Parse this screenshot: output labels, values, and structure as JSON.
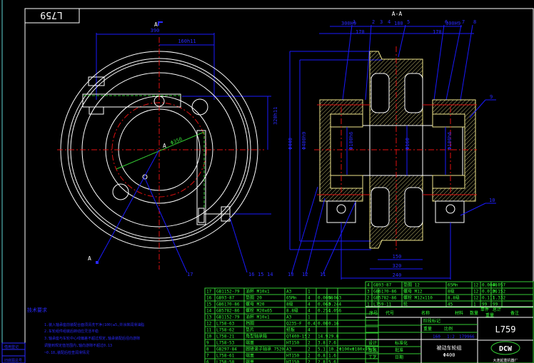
{
  "drawing": {
    "code_box": "L759",
    "section_label": "A-A",
    "section_marker": "A",
    "colors": {
      "background": "#000000",
      "frame": "#ffffff",
      "dimension": "#1a1aff",
      "centerline": "#e01010",
      "hatch": "#f0e68c",
      "table": "#33cc33"
    }
  },
  "front_view": {
    "dims": {
      "top_width": "390",
      "half_width": "160h11",
      "right_height": "320h11",
      "diameter": "Φ350"
    },
    "balloons": [
      "17",
      "16",
      "15",
      "14"
    ]
  },
  "section_view": {
    "top_dims": [
      "300H9",
      "180",
      "300H9",
      "170",
      "170"
    ],
    "left_dims": [
      "Φ440",
      "Φ400h9"
    ],
    "inner_dims": [
      "Φ100h6",
      "Φ160",
      "Φ100h6"
    ],
    "bottom_dims": [
      "150",
      "320",
      "240"
    ],
    "balloons_top": [
      "1",
      "2",
      "3",
      "4",
      "5",
      "6",
      "7",
      "8"
    ],
    "balloons_right": [
      "9",
      "10"
    ],
    "balloons_bottom": [
      "13",
      "12",
      "11"
    ]
  },
  "tech_requirements": {
    "title": "技术要求",
    "lines": [
      "1.装入轴承座前装配合面须清洗干净(100)±5,并涂抹润滑油脂",
      "2.车轮组件组装后转动应灵活平稳",
      "3.轴承座与车轮中心线偏差不超过规定,轴承装配后径向游隙",
      "  调整到规定值范围内,轴向游隙不超过0.13",
      "  ~0.18,装配后检查润滑情况"
    ]
  },
  "side_labels": [
    "借用登记",
    "旧底图总号"
  ],
  "bom_left": [
    [
      "17",
      "GB1152-79",
      "油杯 M10x1",
      "A3",
      "1",
      "",
      "",
      ""
    ],
    [
      "16",
      "GB93-87",
      "垫圈 20",
      "65Mn",
      "4",
      "0.0058",
      "0.063",
      ""
    ],
    [
      "15",
      "GB6170-86",
      "螺母 M20",
      "8级",
      "4",
      "0.063",
      "0.244",
      ""
    ],
    [
      "14",
      "GB5782-86",
      "螺栓 M20x65",
      "8.8级",
      "4",
      "0.254",
      "1.056",
      ""
    ],
    [
      "13",
      "GB1152-79",
      "油杯 M10x1",
      "A3",
      "1",
      "",
      "",
      ""
    ],
    [
      "12",
      "L758-63",
      "挡圈",
      "Q235-F",
      "0.4",
      "0.08",
      "0.16",
      ""
    ],
    [
      "11",
      "L758-62",
      "垫片",
      "纸板",
      "4",
      "",
      "",
      ""
    ],
    [
      "10",
      "L758-21",
      "角型轴承箱",
      "QT400-15",
      "2",
      "14.9",
      "29.8",
      ""
    ],
    [
      "9",
      "L758-53",
      "端盖",
      "HT150",
      "2",
      "3.8",
      "7.6",
      ""
    ],
    [
      "8",
      "GB297-84",
      "圆锥滚子轴承 7520",
      "A3",
      "2",
      "5.1",
      "10.2",
      "Φ100xΦ180x49.5"
    ],
    [
      "7",
      "L758-61",
      "端盖",
      "HT150",
      "2",
      "0.8",
      "1.6",
      ""
    ],
    [
      "6",
      "L758-58",
      "端盖",
      "HT150",
      "2",
      "2.8",
      "5.6",
      ""
    ]
  ],
  "bom_right": [
    [
      "4",
      "GB93-87",
      "垫圈 12",
      "65Mn",
      "12",
      "0.0048",
      "0.057",
      ""
    ],
    [
      "3",
      "GB6170-86",
      "螺母 M12",
      "8级",
      "12",
      "0.0126",
      "0.152",
      ""
    ],
    [
      "2",
      "GB5782-86",
      "螺栓 M12x110",
      "8.8级",
      "12",
      "0.111",
      "1.332",
      ""
    ],
    [
      "1",
      "L759-11",
      "轮",
      "45",
      "1",
      "99",
      "99",
      ""
    ]
  ],
  "bom_header": {
    "seq": "序号",
    "code": "代号",
    "name": "名称",
    "material": "材料",
    "qty": "数量",
    "weight": "重量",
    "single": "单件",
    "total": "总计",
    "remark": "备注"
  },
  "title_block": {
    "stage_label": "阶段标记",
    "weight_label": "重量",
    "scale_label": "比例",
    "sheets_label": "共 张",
    "sheet_label": "第 张",
    "weight_value": "160",
    "scale_value": "1:2",
    "code_value": "L759",
    "doc_no": "179966",
    "title_line1": "被动车轮组",
    "title_line2": "Φ400",
    "logo": "DCW",
    "company": "大连起重机器厂",
    "left_rows": [
      "标记",
      "处数",
      "分区",
      "更改文件号",
      "签名",
      "日期"
    ],
    "signers": [
      "设计",
      "审核",
      "工艺"
    ],
    "sign_right": [
      "标准化",
      "批准",
      "日期"
    ]
  }
}
